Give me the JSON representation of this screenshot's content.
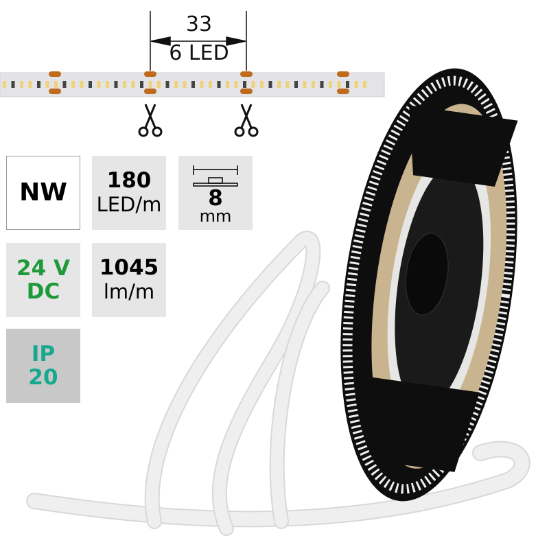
{
  "dimension": {
    "length": "33",
    "segment": "6 LED"
  },
  "specs": {
    "color_temp": "NW",
    "led_density_value": "180",
    "led_density_unit": "LED/m",
    "width_value": "8",
    "width_unit": "mm",
    "voltage_line1": "24 V",
    "voltage_line2": "DC",
    "flux_value": "1045",
    "flux_unit": "lm/m",
    "ip_line1": "IP",
    "ip_line2": "20"
  },
  "colors": {
    "voltage": "#1f9a3a",
    "ip": "#18a890",
    "pad": "#c06a1e",
    "reel": "#0e0e0e"
  }
}
